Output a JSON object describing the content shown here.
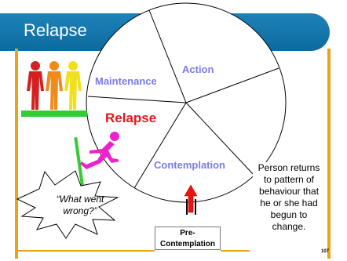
{
  "slide": {
    "title": "Relapse",
    "wheel": {
      "segments": [
        {
          "label": "Maintenance"
        },
        {
          "label": "Action"
        },
        {
          "label": "Relapse"
        },
        {
          "label": "Contemplation"
        }
      ]
    },
    "speech_bubble": "“What went wrong?”",
    "precontemplation_label": "Pre-\nContemplation",
    "note": "Person returns to pattern of behaviour that he or she had begun to change.",
    "page_number": "107"
  },
  "colors": {
    "title_bar": "#1478ad",
    "accent_gold": "#e7a417",
    "segment_label": "#7b7bea",
    "relapse": "#e8151d",
    "figure_red": "#d42020",
    "figure_orange": "#f08a1a",
    "figure_yellow": "#f0e020",
    "figure_magenta": "#ee22cc",
    "green_bar": "#33cc33",
    "arrow_red": "#ee1111"
  },
  "icons": [
    "person-figures-icon",
    "falling-person-icon",
    "up-arrow-icon"
  ]
}
